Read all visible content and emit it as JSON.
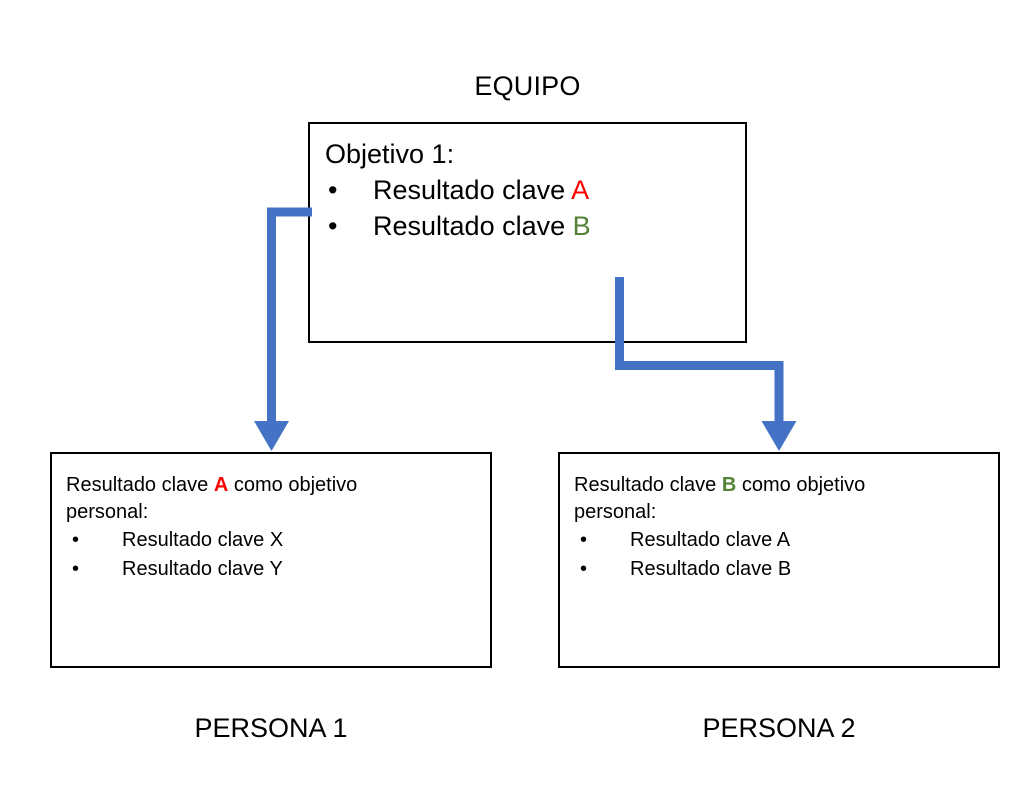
{
  "diagram": {
    "title_team": "EQUIPO",
    "accent_blue": "#4472C4",
    "key_a_color": "#FF0000",
    "key_b_color": "#538135",
    "border_color": "#000000",
    "background": "#FFFFFF"
  },
  "team_box": {
    "heading": "Objetivo 1:",
    "bullet_glyph": "•",
    "items": [
      {
        "prefix": "Resultado clave ",
        "key": "A",
        "key_color": "#FF0000"
      },
      {
        "prefix": "Resultado clave ",
        "key": "B",
        "key_color": "#538135"
      }
    ]
  },
  "person1_box": {
    "heading_prefix": "Resultado clave ",
    "heading_key": "A",
    "heading_suffix": " como objetivo",
    "heading_line2": "personal:",
    "bullet_glyph": "•",
    "items": [
      "Resultado clave X",
      "Resultado clave Y"
    ],
    "caption": "PERSONA 1"
  },
  "person2_box": {
    "heading_prefix": "Resultado clave ",
    "heading_key": "B",
    "heading_suffix": " como objetivo",
    "heading_line2": "personal:",
    "bullet_glyph": "•",
    "items": [
      "Resultado clave A",
      "Resultado clave B"
    ],
    "caption": "PERSONA 2"
  },
  "connectors": [
    {
      "name": "arrow-team-to-person1",
      "from": "team-key-a",
      "to": "person1-box",
      "color": "#4472C4"
    },
    {
      "name": "arrow-team-to-person2",
      "from": "team-key-b",
      "to": "person2-box",
      "color": "#4472C4"
    }
  ]
}
